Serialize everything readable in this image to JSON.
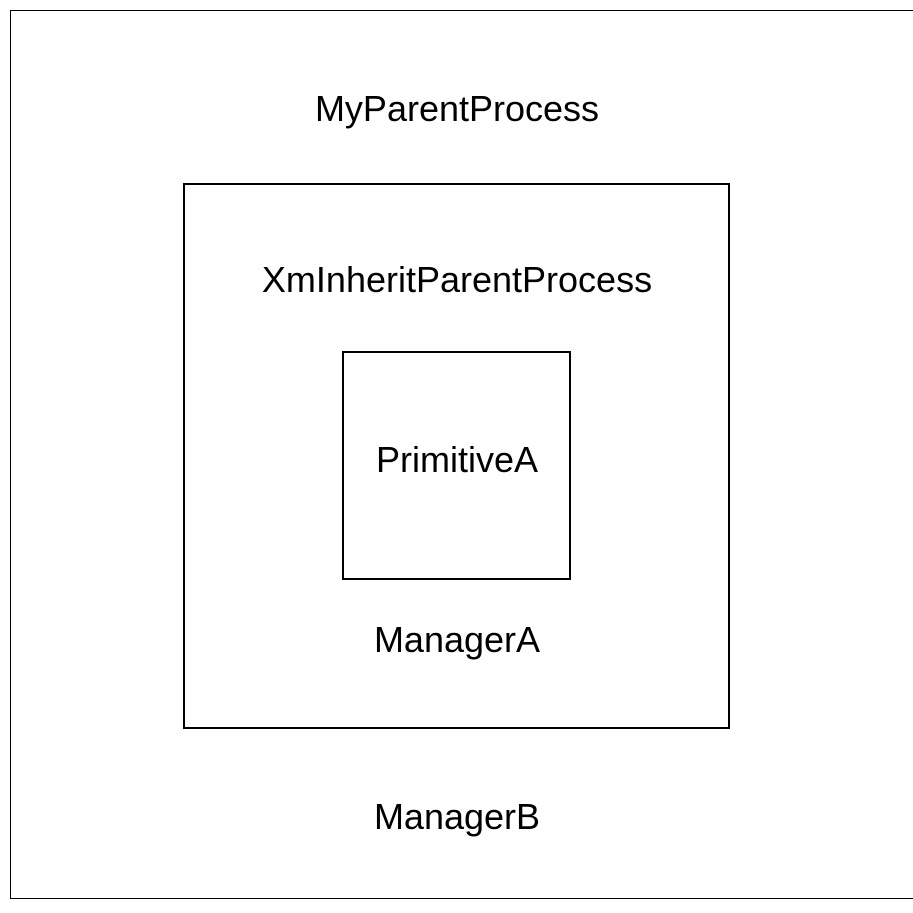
{
  "diagram": {
    "outer_label": "MyParentProcess",
    "middle_box": {
      "title": "XmInheritParentProcess",
      "footer": "ManagerA"
    },
    "inner_box": {
      "label": "PrimitiveA"
    },
    "bottom_label": "ManagerB"
  }
}
